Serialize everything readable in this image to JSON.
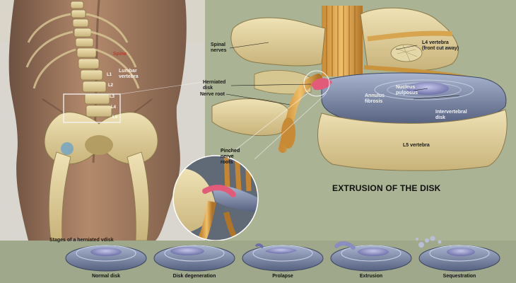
{
  "labels": {
    "spine": "Spine",
    "lumbar_vertebra": "Lumbar\nvertebra",
    "vertebra_levels": [
      "L1",
      "L2",
      "L3",
      "L4",
      "L5"
    ],
    "spinal_nerves": "Spinal\nnerves",
    "l4_vertebra": "L4 vertebra\n(front cut away)",
    "herniated_disk": "Herniated\ndisk",
    "nerve_root": "Nerve root",
    "nucleus_pulposus": "Nucleus\npulposus",
    "annulus_fibrosis": "Annulus\nfibrosis",
    "intervertebral_disk": "Intervertebral\ndisk",
    "l5_vertebra": "L5 vertebra",
    "pinched_nerve_roots": "Pinched\nnerve\nroots"
  },
  "title": "EXTRUSION OF THE DISK",
  "stages": {
    "heading": "Stages of a herniated vdisk",
    "items": [
      "Normal disk",
      "Disk degeneration",
      "Prolapse",
      "Extrusion",
      "Sequestration"
    ]
  }
}
